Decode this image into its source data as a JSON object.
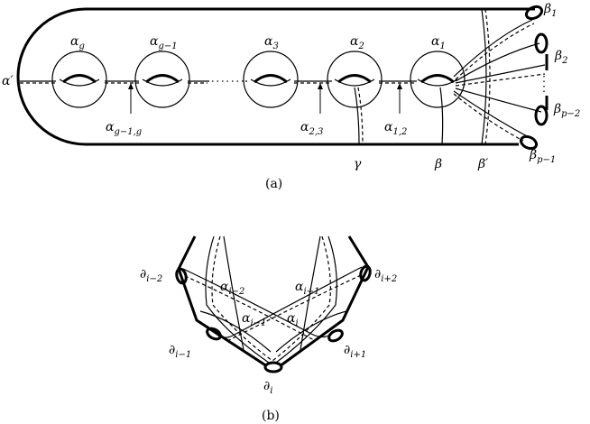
{
  "panel_a": {
    "caption": "(a)",
    "labels": [
      {
        "key": "ag",
        "base": "α",
        "sub": "g"
      },
      {
        "key": "ag1",
        "base": "α",
        "sub": "g−1"
      },
      {
        "key": "a3",
        "base": "α",
        "sub": "3"
      },
      {
        "key": "a2",
        "base": "α",
        "sub": "2"
      },
      {
        "key": "a1",
        "base": "α",
        "sub": "1"
      },
      {
        "key": "aprime",
        "base": "α′",
        "sub": ""
      },
      {
        "key": "ag1g",
        "base": "α",
        "sub": "g−1,g"
      },
      {
        "key": "a23",
        "base": "α",
        "sub": "2,3"
      },
      {
        "key": "a12",
        "base": "α",
        "sub": "1,2"
      },
      {
        "key": "gamma",
        "base": "γ",
        "sub": ""
      },
      {
        "key": "beta",
        "base": "β",
        "sub": ""
      },
      {
        "key": "bprime",
        "base": "β′",
        "sub": ""
      },
      {
        "key": "b1",
        "base": "β",
        "sub": "1"
      },
      {
        "key": "b2",
        "base": "β",
        "sub": "2"
      },
      {
        "key": "bp2",
        "base": "β",
        "sub": "p−2"
      },
      {
        "key": "bp1",
        "base": "β",
        "sub": "p−1"
      }
    ]
  },
  "panel_b": {
    "caption": "(b)",
    "labels": [
      {
        "key": "di2",
        "base": "∂",
        "sub": "i−2"
      },
      {
        "key": "di1",
        "base": "∂",
        "sub": "i−1"
      },
      {
        "key": "di",
        "base": "∂",
        "sub": "i"
      },
      {
        "key": "dip1",
        "base": "∂",
        "sub": "i+1"
      },
      {
        "key": "dip2",
        "base": "∂",
        "sub": "i+2"
      },
      {
        "key": "ai2",
        "base": "α",
        "sub": "i−2"
      },
      {
        "key": "ai1",
        "base": "α",
        "sub": "i−1"
      },
      {
        "key": "ai",
        "base": "α",
        "sub": "i"
      },
      {
        "key": "aip1",
        "base": "α",
        "sub": "i+1"
      }
    ]
  }
}
